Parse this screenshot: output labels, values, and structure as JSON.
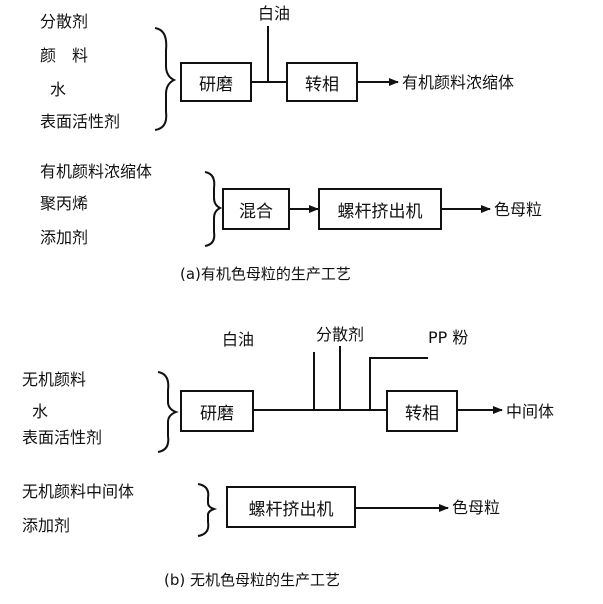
{
  "diagram_a": {
    "inputs": [
      "分散剂",
      "颜　料",
      "水",
      "表面活性剂"
    ],
    "step1": "研磨",
    "additive": "白油",
    "step2": "转相",
    "output": "有机颜料浓缩体",
    "inputs2": [
      "有机颜料浓缩体",
      "聚丙烯",
      "添加剂"
    ],
    "step3": "混合",
    "step4": "螺杆挤出机",
    "output2": "色母粒",
    "caption": "(a)有机色母粒的生产工艺"
  },
  "diagram_b": {
    "additives": [
      "白油",
      "分散剂",
      "PP 粉"
    ],
    "inputs": [
      "无机颜料",
      "水",
      "表面活性剂"
    ],
    "step1": "研磨",
    "step2": "转相",
    "output": "中间体",
    "inputs2": [
      "无机颜料中间体",
      "添加剂"
    ],
    "step3": "螺杆挤出机",
    "output2": "色母粒",
    "caption": "(b) 无机色母粒的生产工艺"
  }
}
